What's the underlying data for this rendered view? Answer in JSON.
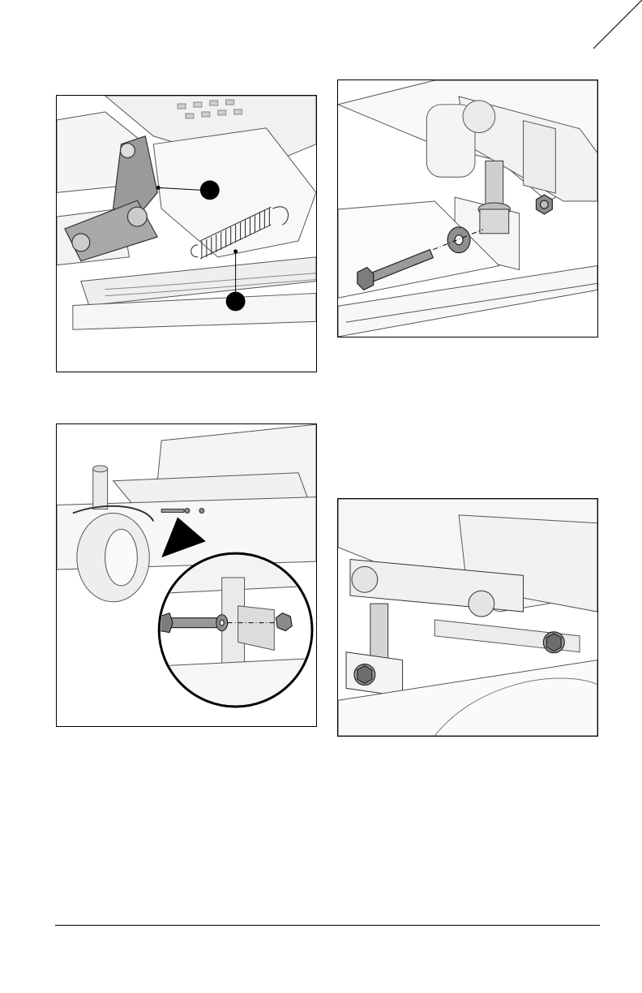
{
  "page": {
    "figures": [
      {
        "id": "fig1",
        "subject": "lift-arm-and-extension-spring",
        "callouts": 2
      },
      {
        "id": "fig2",
        "subject": "bolt-washer-nut-assembly-exploded"
      },
      {
        "id": "fig3",
        "subject": "mower-deck-with-detail-magnifier"
      },
      {
        "id": "fig4",
        "subject": "lift-link-installed-with-nuts"
      }
    ]
  }
}
